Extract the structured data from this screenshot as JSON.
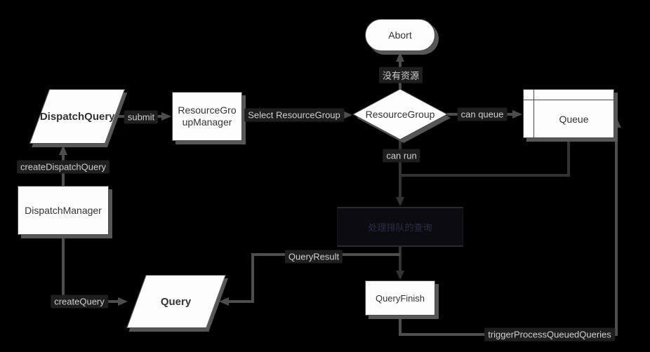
{
  "diagram": {
    "kind": "flowchart",
    "description": "Query dispatch flow diagram on dark background"
  },
  "colors": {
    "background": "#000000",
    "node_fill": "#fdfdfd",
    "node_border": "#4a4a4a",
    "node_shadow": "#575757",
    "node_text": "#333333",
    "edge": "#4d4d4d",
    "edge_dim": "#333333",
    "edge_label_text": "#cfcfcf",
    "obscured_node_fill": "#0b0b10",
    "obscured_node_text": "#2c2c4a"
  },
  "nodes": {
    "abort": "Abort",
    "dispatch_query": "DispatchQuery",
    "resource_group_manager": "ResourceGroupManager",
    "resource_group": "ResourceGroup",
    "queue": "Queue",
    "dispatch_manager": "DispatchManager",
    "query": "Query",
    "query_finish": "QueryFinish",
    "process_queued": "处理排队的查询"
  },
  "edges": {
    "no_resources": "没有资源",
    "submit": "submit",
    "select_resource_group": "Select ResourceGroup",
    "can_queue": "can queue",
    "can_run": "can run",
    "create_dispatch_query": "createDispatchQuery",
    "create_query": "createQuery",
    "query_result": "QueryResult",
    "trigger_process_queued_queries": "triggerProcessQueuedQueries"
  }
}
